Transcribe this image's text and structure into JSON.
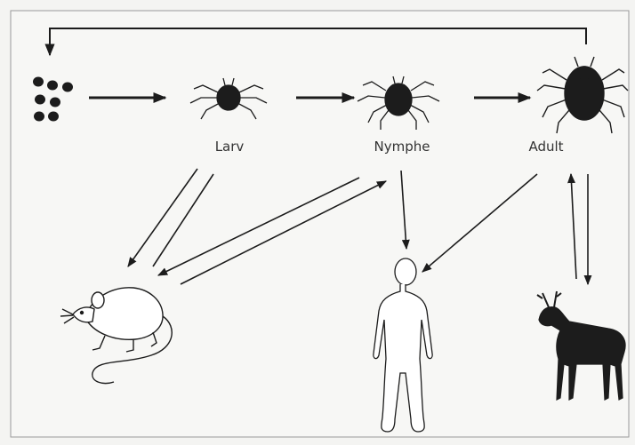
{
  "stages": {
    "larva": "Larv",
    "nymph": "Nymphe",
    "adult": "Adult"
  },
  "colors": {
    "ink": "#1c1c1c",
    "background": "#f4f4f2",
    "label": "#333333"
  },
  "icons": [
    "egg-cluster-icon",
    "larva-tick-icon",
    "nymph-tick-icon",
    "adult-tick-icon",
    "mouse-icon",
    "human-icon",
    "deer-icon"
  ]
}
